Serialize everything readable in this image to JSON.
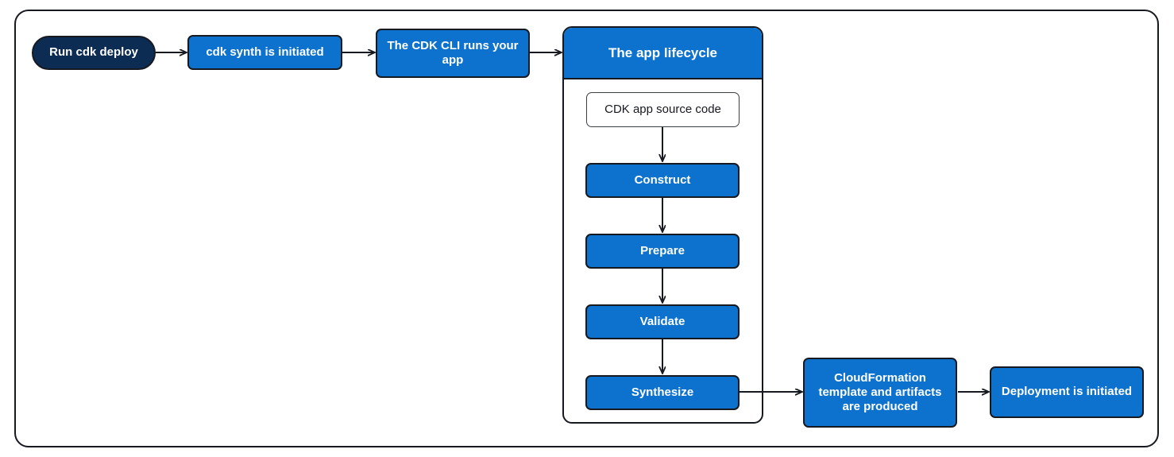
{
  "diagram": {
    "title_nodes": {
      "start": "Run cdk deploy",
      "synth_initiated": "cdk synth is initiated",
      "cli_runs_app": "The CDK CLI runs your app",
      "lifecycle_header": "The app lifecycle",
      "source_code": "CDK app source code",
      "construct": "Construct",
      "prepare": "Prepare",
      "validate": "Validate",
      "synthesize": "Synthesize",
      "cfn_artifacts": "CloudFormation template and artifacts are produced",
      "deployment_initiated": "Deployment is initiated"
    },
    "colors": {
      "blue": "#0d72ce",
      "navy": "#0c2c54",
      "border": "#16191f",
      "white": "#ffffff",
      "text_dark": "#16191f"
    },
    "flow": [
      {
        "from": "Run cdk deploy",
        "to": "cdk synth is initiated"
      },
      {
        "from": "cdk synth is initiated",
        "to": "The CDK CLI runs your app"
      },
      {
        "from": "The CDK CLI runs your app",
        "to": "The app lifecycle"
      },
      {
        "from": "CDK app source code",
        "to": "Construct"
      },
      {
        "from": "Construct",
        "to": "Prepare"
      },
      {
        "from": "Prepare",
        "to": "Validate"
      },
      {
        "from": "Validate",
        "to": "Synthesize"
      },
      {
        "from": "Synthesize",
        "to": "CloudFormation template and artifacts are produced"
      },
      {
        "from": "CloudFormation template and artifacts are produced",
        "to": "Deployment is initiated"
      }
    ]
  }
}
